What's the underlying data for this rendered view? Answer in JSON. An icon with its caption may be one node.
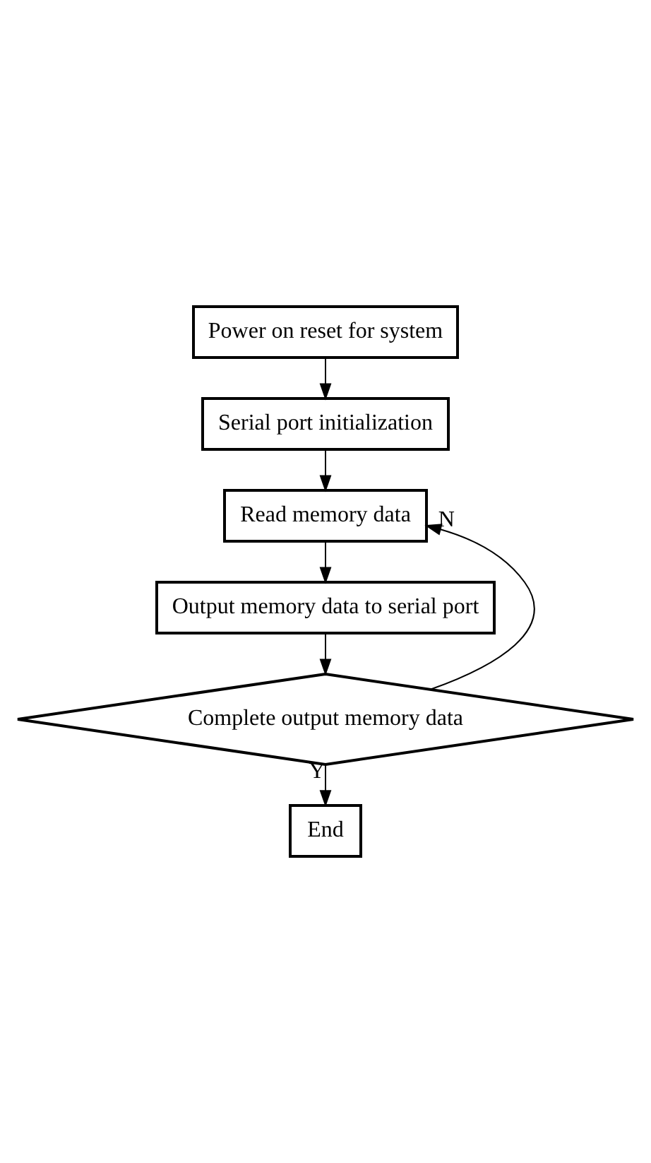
{
  "diagram": {
    "nodes": [
      {
        "text": [
          "Power on reset for system"
        ]
      },
      {
        "text": [
          "Serial port initialization"
        ]
      },
      {
        "text": [
          "Read memory data"
        ]
      },
      {
        "text": [
          "Output memory data to serial port"
        ]
      },
      {
        "text": [
          "Complete output memory data"
        ]
      },
      {
        "text": [
          "End"
        ]
      }
    ],
    "edges": [
      {
        "from": 0,
        "to": 1,
        "arrow": "to"
      },
      {
        "from": 1,
        "to": 2,
        "arrow": "to"
      },
      {
        "from": 2,
        "to": 3,
        "arrow": "to"
      },
      {
        "from": 3,
        "to": 4,
        "arrow": "to"
      },
      {
        "from": 4,
        "to": 5,
        "arrow": "to",
        "label": "Y"
      },
      {
        "from": 4,
        "to": 2,
        "arrow": "to",
        "label": "N"
      }
    ]
  }
}
